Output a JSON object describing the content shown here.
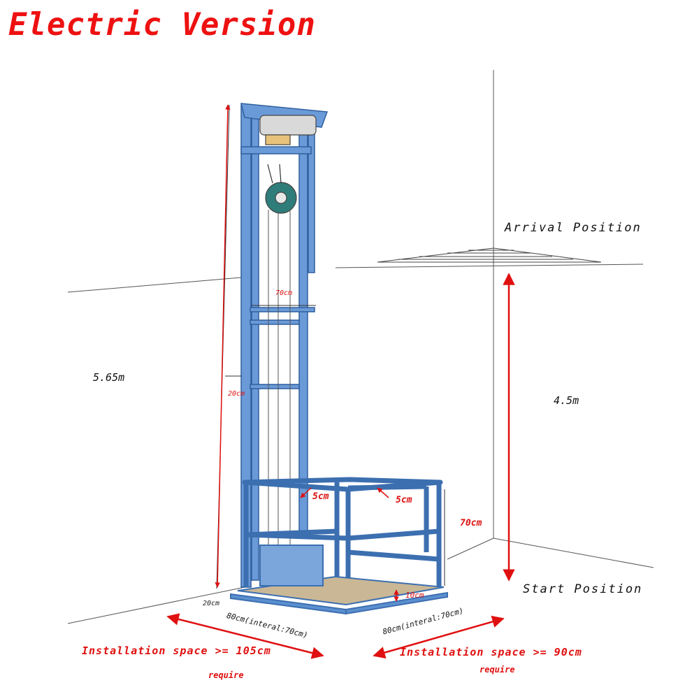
{
  "title": "Electric Version",
  "labels": {
    "arrival_position": "Arrival Position",
    "start_position": "Start Position",
    "total_height": "5.65m",
    "lift_height": "4.5m",
    "mast_width": "70cm",
    "mast_depth": "20cm",
    "rail_offset_left": "5cm",
    "rail_offset_right": "5cm",
    "cage_height": "70cm",
    "floor_thickness": "10cm",
    "base_offset": "20cm",
    "width_left": "80cm(interal:70cm)",
    "width_right": "80cm(interal:70cm)",
    "install_left": "Installation space >= 105cm",
    "install_right": "Installation space >= 90cm",
    "require_left": "require",
    "require_right": "require"
  },
  "colors": {
    "title": "#ee1111",
    "arrow": "#e01010",
    "frame": "#5b8fcf",
    "frame_dark": "#3c6fb0",
    "line": "#333333",
    "winch": "#2f7d7a"
  }
}
